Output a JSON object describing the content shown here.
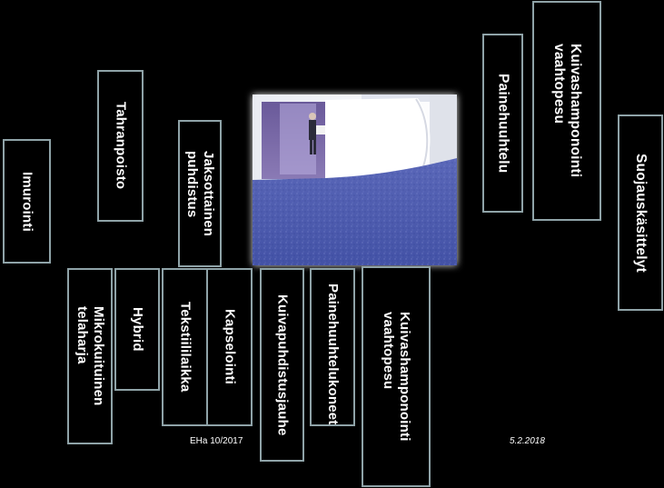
{
  "labels": {
    "imurointi": "Imurointi",
    "tahranpoisto": "Tahranpoisto",
    "jaksottainen": "Jaksottainen\npuhdistus",
    "painehuuhtelu": "Painehuuhtelu",
    "kuivashamponointi_top": "Kuivashamponointi\nvaahtopesu",
    "suojauskasittelyt": "Suojauskäsittelyt",
    "mikrokuituinen": "Mikrokuituinen\ntelaharja",
    "hybrid": "Hybrid",
    "tekstiililaikka": "Tekstiililaikka",
    "kapselointi": "Kapselointi",
    "kuivapuhdistusjauhe": "Kuivapuhdistusjauhe",
    "painehuuhtelukoneet": "Painehuuhtelukoneet",
    "kuivashamponointi_bottom": "Kuivashamponointi\nvaahtopesu"
  },
  "footer": {
    "author": "EHa 10/2017",
    "date": "5.2.2018"
  },
  "photo": {
    "icon": "office-carpet-photo"
  }
}
